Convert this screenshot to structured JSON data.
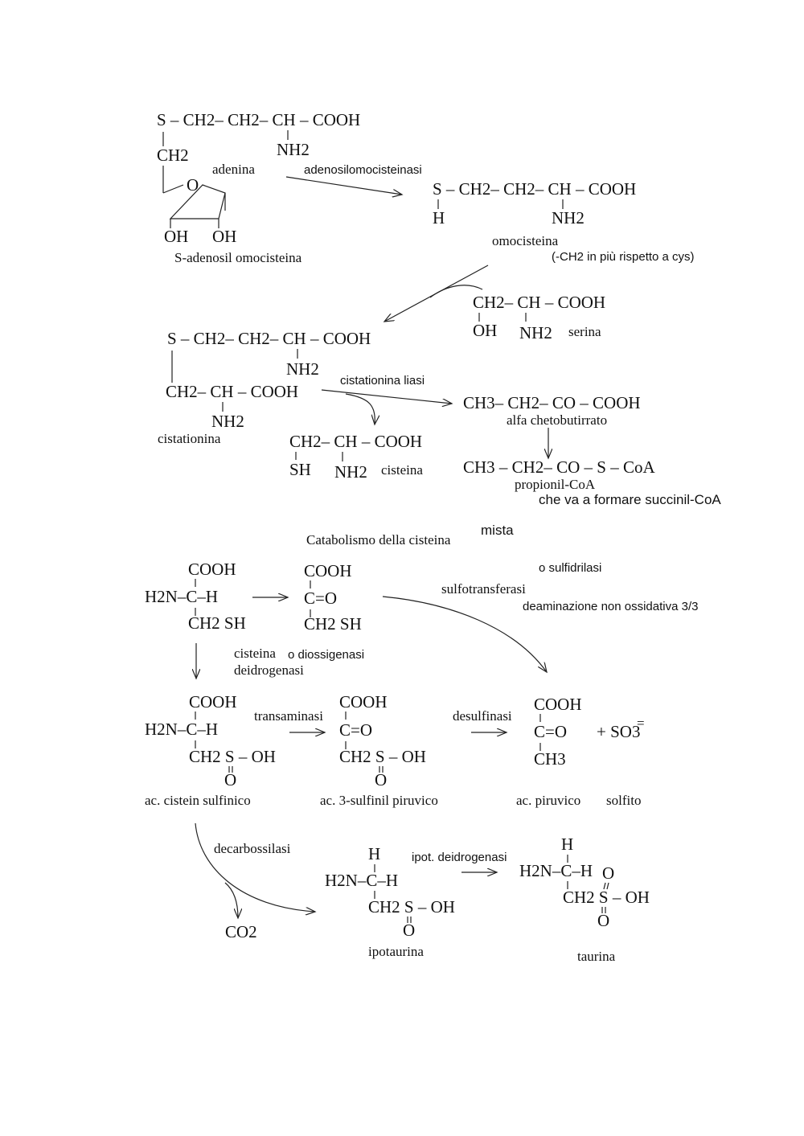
{
  "sam": {
    "chain": "S – CH2– CH2– CH – COOH",
    "nh2": "NH2",
    "ch2": "CH2",
    "ring_o": "O",
    "adenina": "adenina",
    "oh1": "OH",
    "oh2": "OH",
    "name": "S-adenosil omocisteina"
  },
  "enzyme_adenosil": "adenosilomocisteinasi",
  "homocys": {
    "chain": "S – CH2– CH2– CH – COOH",
    "h": "H",
    "nh2": "NH2",
    "name": "omocisteina",
    "note": "(-CH2 in più rispetto a cys)"
  },
  "serine": {
    "chain": "CH2– CH – COOH",
    "oh": "OH",
    "nh2": "NH2",
    "name": "serina"
  },
  "cystathionine": {
    "chain1": "S – CH2– CH2– CH – COOH",
    "nh2a": "NH2",
    "chain2": "CH2– CH – COOH",
    "nh2b": "NH2",
    "name": "cistationina"
  },
  "enzyme_liasi": "cistationina liasi",
  "ketobut": {
    "formula": "CH3– CH2– CO – COOH",
    "name": "alfa chetobutirrato"
  },
  "propionyl": {
    "formula": "CH3 – CH2– CO – S – CoA",
    "name": "propionil-CoA",
    "note": "che va a formare succinil-CoA"
  },
  "cysteine_prod": {
    "chain": "CH2– CH – COOH",
    "sh": "SH",
    "nh2": "NH2",
    "name": "cisteina"
  },
  "section_title": "Catabolismo della cisteina",
  "mista": "mista",
  "cys": {
    "cooh": "COOH",
    "main": "H2N–C–H",
    "side": "CH2 SH"
  },
  "thiopyr": {
    "cooh": "COOH",
    "main": "C=O",
    "side": "CH2 SH"
  },
  "sulfotrans": "sulfotransferasi",
  "sulfidrilasi": "o sulfidrilasi",
  "deamination": "deaminazione non ossidativa 3/3",
  "dehydro_label1": "cisteina",
  "dehydro_label2": "deidrogenasi",
  "dioxygenase": "o diossigenasi",
  "csa": {
    "cooh": "COOH",
    "main": "H2N–C–H",
    "side": "CH2 S – OH",
    "o": "O",
    "name": "ac. cistein sulfinico"
  },
  "transaminasi": "transaminasi",
  "sulfpyr": {
    "cooh": "COOH",
    "main": "C=O",
    "side": "CH2 S – OH",
    "o": "O",
    "name": "ac. 3-sulfinil piruvico"
  },
  "desulfinasi": "desulfinasi",
  "pyruvate": {
    "cooh": "COOH",
    "main": "C=O",
    "side": "CH3",
    "name": "ac. piruvico"
  },
  "sulfite": {
    "formula": "+ SO3",
    "charge": "=",
    "name": "solfito"
  },
  "decarbossilasi": "decarbossilasi",
  "co2": "CO2",
  "hypotaurine": {
    "h": "H",
    "main": "H2N–C–H",
    "side": "CH2 S – OH",
    "o": "O",
    "name": "ipotaurina"
  },
  "enzyme_ipot": "ipot. deidrogenasi",
  "taurine": {
    "h": "H",
    "main": "H2N–C–H",
    "side": "CH2 S – OH",
    "o_top": "O",
    "o_bot": "O",
    "name": "taurina"
  }
}
